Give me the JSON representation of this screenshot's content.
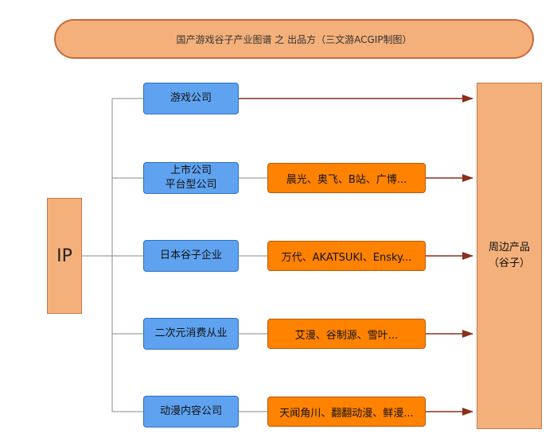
{
  "title": "国产游戏谷子产业图谱 之 出品方（三文游ACGIP制图）",
  "ip": {
    "label": "IP"
  },
  "companies": [
    {
      "label": "游戏公司",
      "examples": ""
    },
    {
      "label": "上市公司\n平台型公司",
      "examples": "晨光、奥飞、B站、广博..."
    },
    {
      "label": "日本谷子企业",
      "examples": "万代、AKATSUKI、Ensky..."
    },
    {
      "label": "二次元消费从业",
      "examples": "艾漫、谷制源、雪叶..."
    },
    {
      "label": "动漫内容公司",
      "examples": "天闻角川、翻翻动漫、鲜漫..."
    }
  ],
  "product": {
    "line1": "周边产品",
    "line2": "（谷子）"
  },
  "colors": {
    "banner": "#f4b07b",
    "company": "#5fa3f0",
    "examples": "#ff8200",
    "arrow": "#8b2e1c"
  }
}
